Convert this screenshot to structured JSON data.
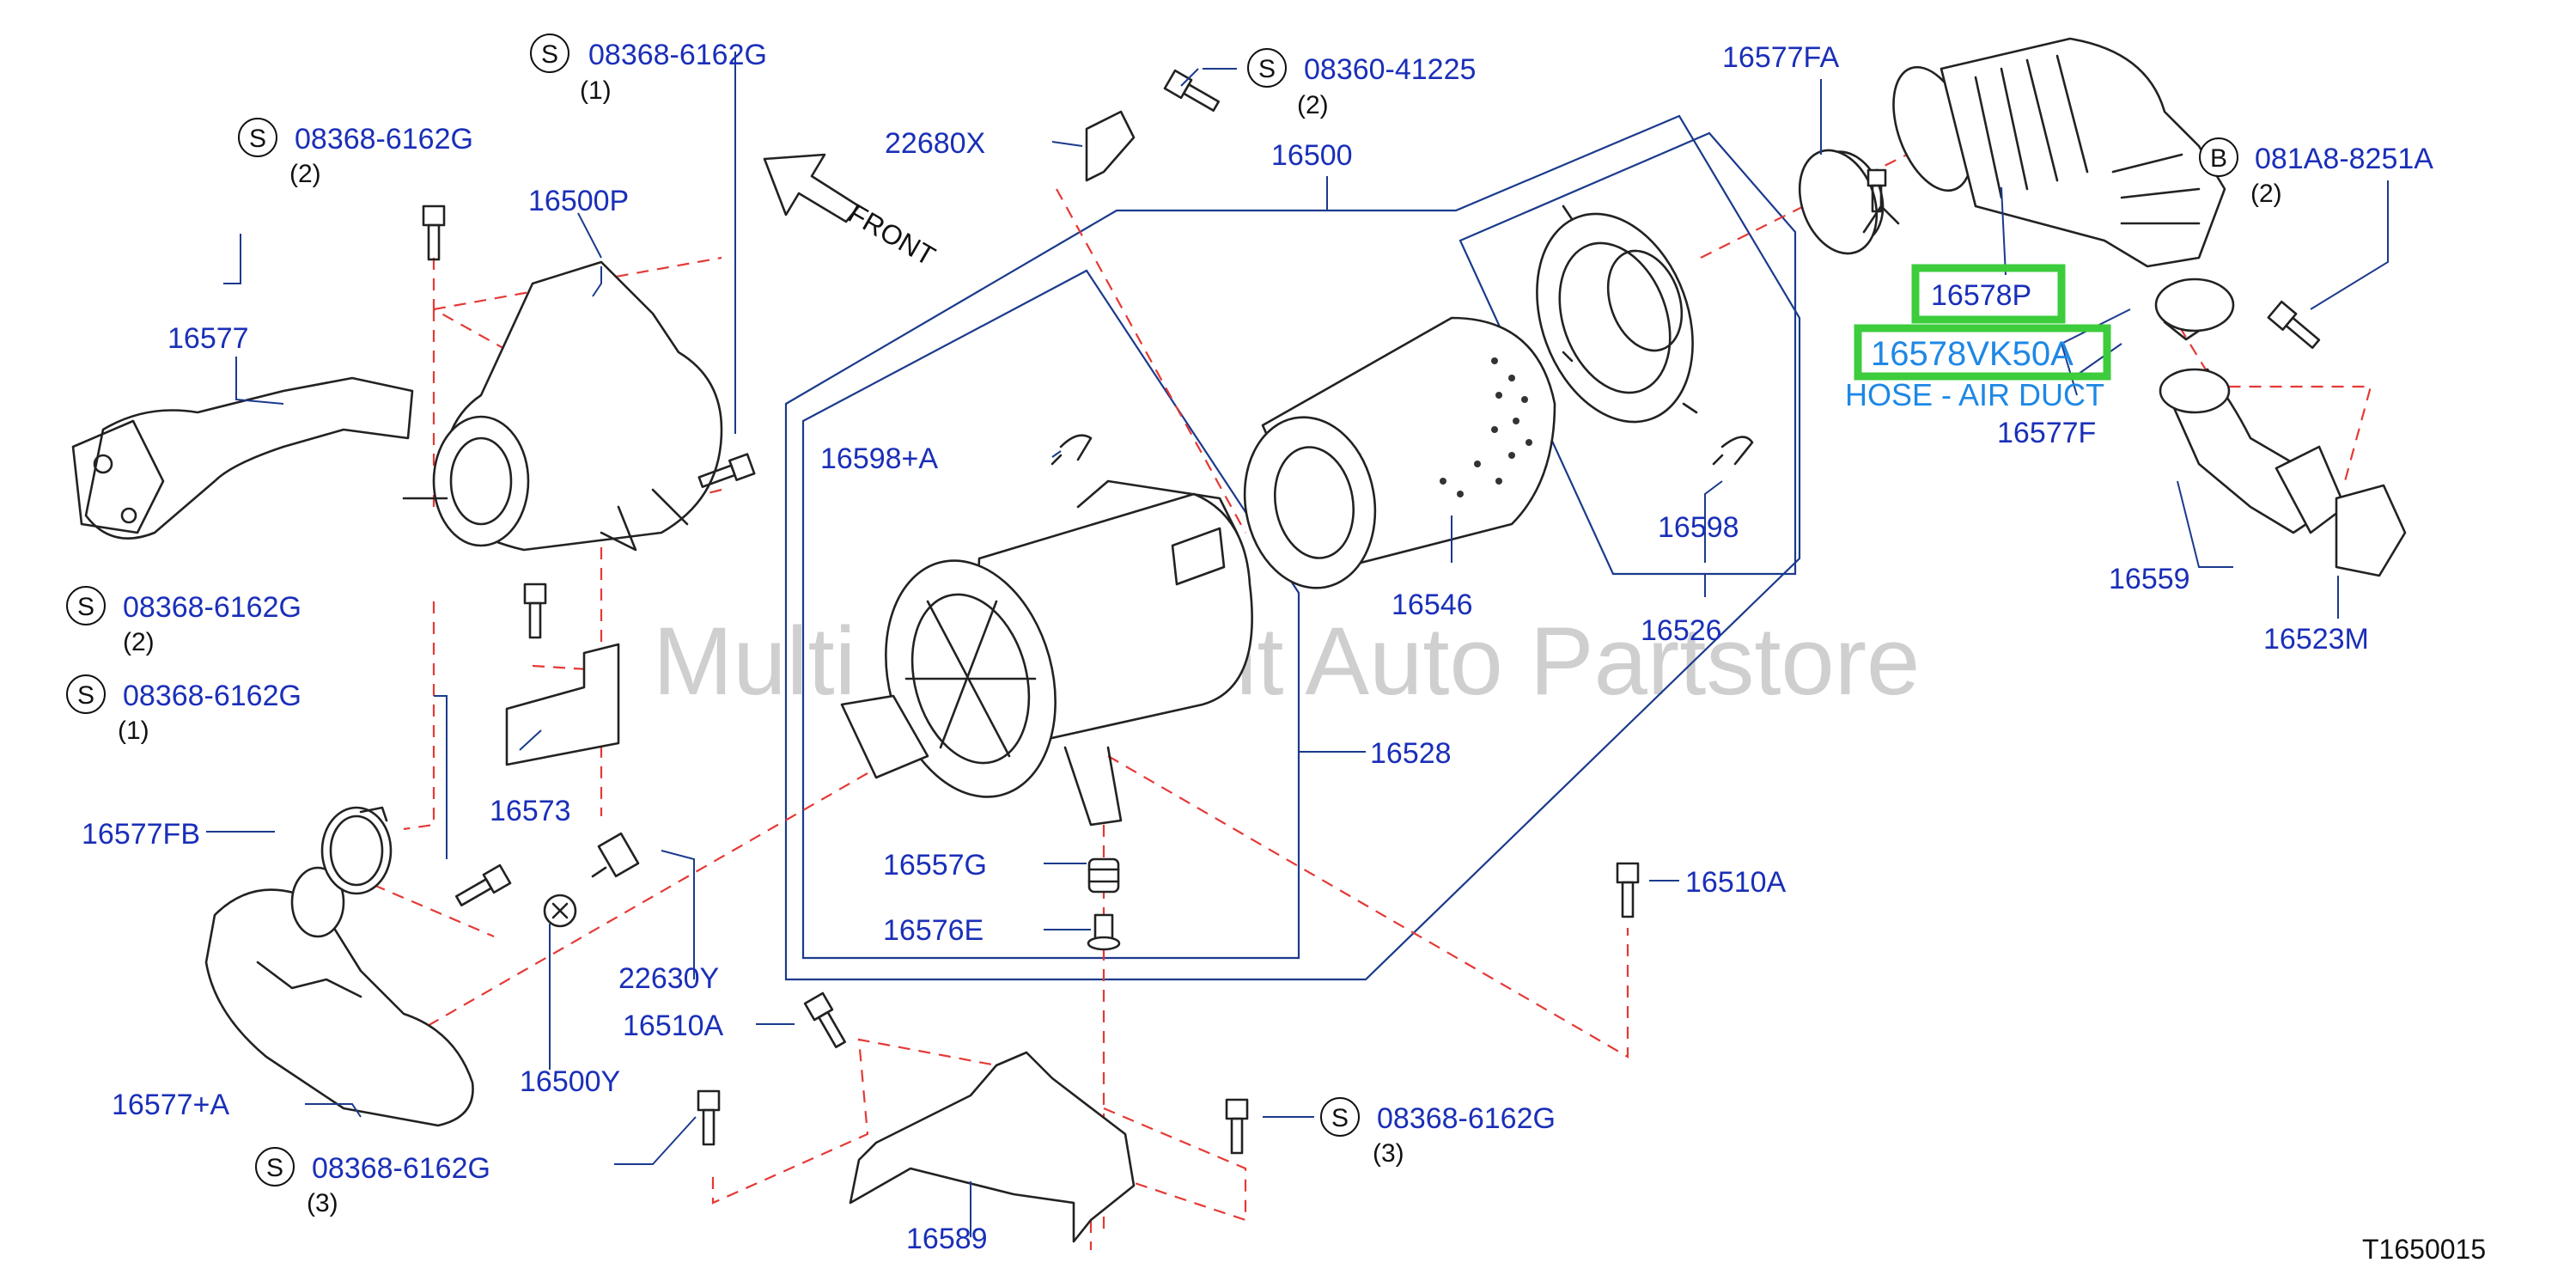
{
  "watermark": "Multi Merchant Auto Partstore",
  "diagram_code": "T1650015",
  "front_label": "FRONT",
  "highlight": {
    "part": "16578VK50A",
    "description": "HOSE - AIR DUCT"
  },
  "parts": {
    "p16577FA": "16577FA",
    "p16578P": "16578P",
    "p16577F": "16577F",
    "p16559": "16559",
    "p16523M": "16523M",
    "p16500": "16500",
    "p16526": "16526",
    "p16598": "16598",
    "p16546": "16546",
    "p16598A": "16598+A",
    "p16528": "16528",
    "p16557G": "16557G",
    "p16576E": "16576E",
    "p16510A_right": "16510A",
    "p16510A_left": "16510A",
    "p16589": "16589",
    "p22680X": "22680X",
    "p16500P": "16500P",
    "p16577": "16577",
    "p16573": "16573",
    "p16577FB": "16577FB",
    "p22630Y": "22630Y",
    "p16500Y": "16500Y",
    "p16577A": "16577+A"
  },
  "bolts": [
    {
      "symbol": "S",
      "part": "08368-6162G",
      "qty": "(1)"
    },
    {
      "symbol": "S",
      "part": "08368-6162G",
      "qty": "(2)"
    },
    {
      "symbol": "S",
      "part": "08360-41225",
      "qty": "(2)"
    },
    {
      "symbol": "B",
      "part": "081A8-8251A",
      "qty": "(2)"
    },
    {
      "symbol": "S",
      "part": "08368-6162G",
      "qty": "(2)"
    },
    {
      "symbol": "S",
      "part": "08368-6162G",
      "qty": "(1)"
    },
    {
      "symbol": "S",
      "part": "08368-6162G",
      "qty": "(3)"
    },
    {
      "symbol": "S",
      "part": "08368-6162G",
      "qty": "(3)"
    }
  ]
}
